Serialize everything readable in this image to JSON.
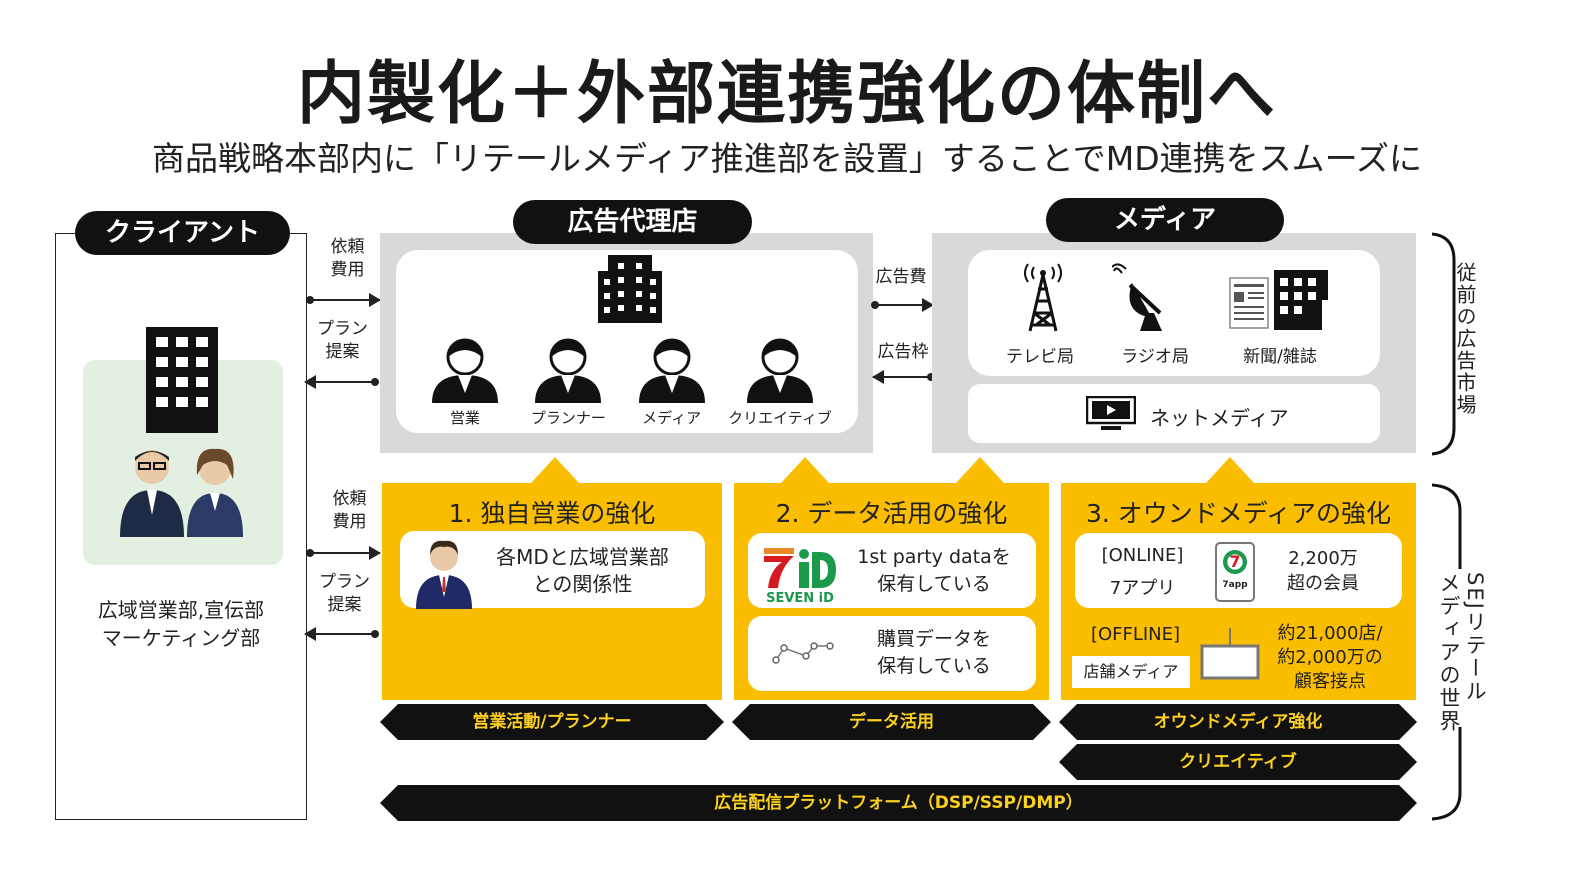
{
  "title": "内製化＋外部連携強化の体制へ",
  "subtitle": "商品戦略本部内に「リテールメディア推進部を設置」することでMD連携をスムーズに",
  "client": {
    "label": "クライアント",
    "dept_line1": "広域営業部,宣伝部",
    "dept_line2": "マーケティング部"
  },
  "client_arrows": {
    "request": "依頼\n費用",
    "proposal": "プラン\n提案"
  },
  "agency": {
    "label": "広告代理店",
    "roles": [
      "営業",
      "プランナー",
      "メディア",
      "クリエイティブ"
    ]
  },
  "agency_media_arrows": {
    "ad_cost": "広告費",
    "ad_slot": "広告枠"
  },
  "media": {
    "label": "メディア",
    "items": [
      "テレビ局",
      "ラジオ局",
      "新聞/雑誌"
    ],
    "net": "ネットメディア"
  },
  "legacy_market": "従前の広告市場",
  "sej_world": [
    "SEJリテール",
    "メディアの世界"
  ],
  "pillars": [
    {
      "title": "1. 独自営業の強化",
      "text": "各MDと広域営業部\nとの関係性"
    },
    {
      "title": "2. データ活用の強化",
      "card1": "1st party dataを\n保有している",
      "logo": "SEVEN iD",
      "card2": "購買データを\n保有している"
    },
    {
      "title": "3. オウンドメディアの強化",
      "online": "[ONLINE]",
      "app": "7アプリ",
      "app_icon": "7app",
      "members": "2,200万\n超の会員",
      "offline": "[OFFLINE]",
      "store_media": "店舗メディア",
      "reach": "約21,000店/\n約2,000万の\n顧客接点"
    }
  ],
  "banners": [
    "営業活動/プランナー",
    "データ活用",
    "オウンドメディア強化",
    "クリエイティブ",
    "広告配信プラットフォーム（DSP/SSP/DMP）"
  ],
  "colors": {
    "yellow": "#fbbd00",
    "grey": "#d9d9d9",
    "green_panel": "#e3efe0",
    "black": "#111111"
  }
}
